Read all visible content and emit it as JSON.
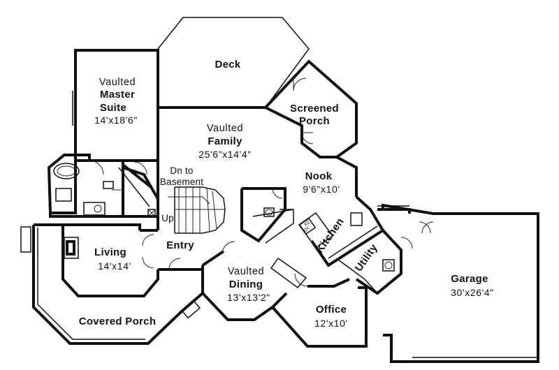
{
  "rooms": {
    "deck": {
      "name": "Deck"
    },
    "screened_porch": {
      "line1": "Screened",
      "line2": "Porch"
    },
    "master_suite": {
      "prefix": "Vaulted",
      "line1": "Master",
      "line2": "Suite",
      "dims": "14'x18'6\""
    },
    "family": {
      "prefix": "Vaulted",
      "name": "Family",
      "dims": "25'6\"x14'4\""
    },
    "stair": {
      "line1": "Dn to",
      "line2": "Basement",
      "up": "Up"
    },
    "nook": {
      "name": "Nook",
      "dims": "9'6\"x10'"
    },
    "kitchen": {
      "name": "Kitchen"
    },
    "living": {
      "name": "Living",
      "dims": "14'x14'"
    },
    "entry": {
      "name": "Entry"
    },
    "dining": {
      "prefix": "Vaulted",
      "name": "Dining",
      "dims": "13'x13'2\""
    },
    "utility": {
      "name": "Utility"
    },
    "garage": {
      "name": "Garage",
      "dims": "30'x26'4\""
    },
    "office": {
      "name": "Office",
      "dims": "12'x10'"
    },
    "covered_porch": {
      "name": "Covered Porch"
    }
  },
  "appliances": {
    "range_top": "X0",
    "range_bottom": "0X"
  }
}
